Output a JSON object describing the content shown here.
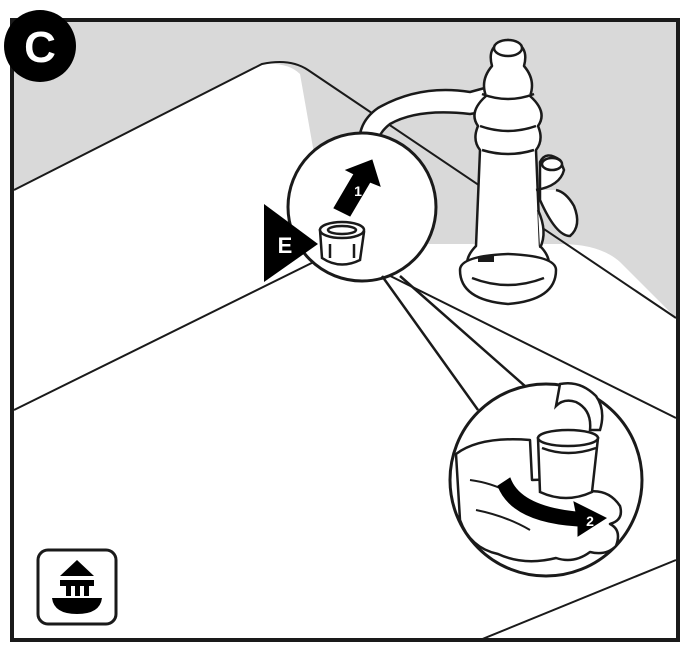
{
  "step": {
    "letter": "C"
  },
  "callout": {
    "letter": "E"
  },
  "arrows": {
    "lift": {
      "number": "1"
    },
    "rotate": {
      "number": "2"
    }
  },
  "colors": {
    "background": "#ffffff",
    "counter": "#ffffff",
    "wall": "#d9d9d9",
    "outline": "#1a1a1a",
    "accent": "#000000"
  },
  "icons": {
    "step_badge": "circle-badge",
    "callout_marker": "triangle-pointer",
    "category": "sink-faucet-icon"
  }
}
